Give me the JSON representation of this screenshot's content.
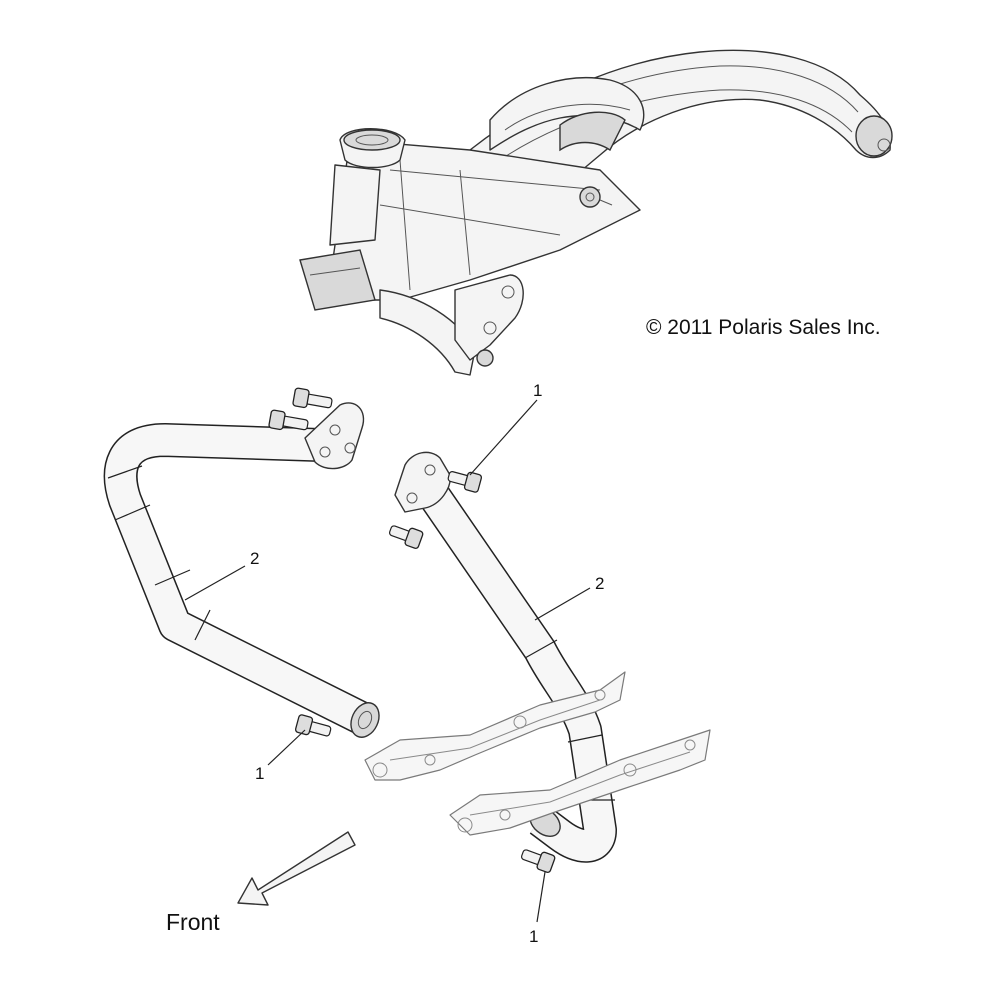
{
  "copyright": "© 2011 Polaris Sales Inc.",
  "direction_label": "Front",
  "callouts": {
    "bolt_top_right": "1",
    "bar_left": "2",
    "bar_right": "2",
    "bolt_bottom_left": "1",
    "bolt_bottom_right": "1"
  }
}
